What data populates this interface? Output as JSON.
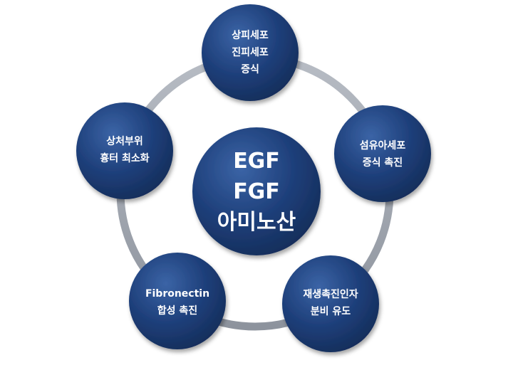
{
  "diagram": {
    "center": {
      "lines": [
        "EGF",
        "FGF",
        "아미노산"
      ]
    },
    "nodes": [
      {
        "id": "top",
        "lines": [
          "상피세포",
          "진피세포",
          "증식"
        ]
      },
      {
        "id": "right",
        "lines": [
          "섬유아세포",
          "증식 촉진"
        ]
      },
      {
        "id": "bottom-right",
        "lines": [
          "재생촉진인자",
          "분비 유도"
        ]
      },
      {
        "id": "bottom-left",
        "lines": [
          "Fibronectin",
          "합성 촉진"
        ]
      },
      {
        "id": "left",
        "lines": [
          "상처부위",
          "흉터 최소화"
        ]
      }
    ],
    "colors": {
      "node_fill": "#1e3f7a",
      "node_fill_light": "#3b64a6",
      "ring": "#9aa1ab",
      "text": "#ffffff"
    }
  }
}
